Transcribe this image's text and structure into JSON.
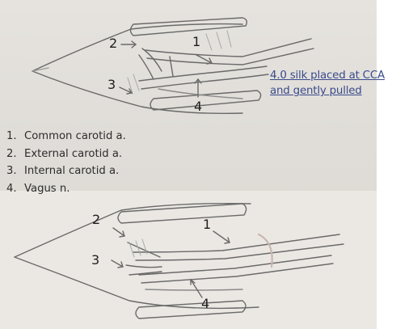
{
  "annotation": {
    "lines": [
      "4.0 silk placed at CCA",
      "and gently pulled"
    ]
  },
  "legend": [
    {
      "num": "1.",
      "text": "Common carotid a."
    },
    {
      "num": "2.",
      "text": "External carotid a."
    },
    {
      "num": "3.",
      "text": "Internal carotid a."
    },
    {
      "num": "4.",
      "text": "Vagus n."
    }
  ],
  "top_sketch": {
    "label_1": "1",
    "label_2": "2",
    "label_3": "3",
    "label_4": "4"
  },
  "bottom_sketch": {
    "label_1": "1",
    "label_2": "2",
    "label_3": "3",
    "label_4": "4"
  }
}
